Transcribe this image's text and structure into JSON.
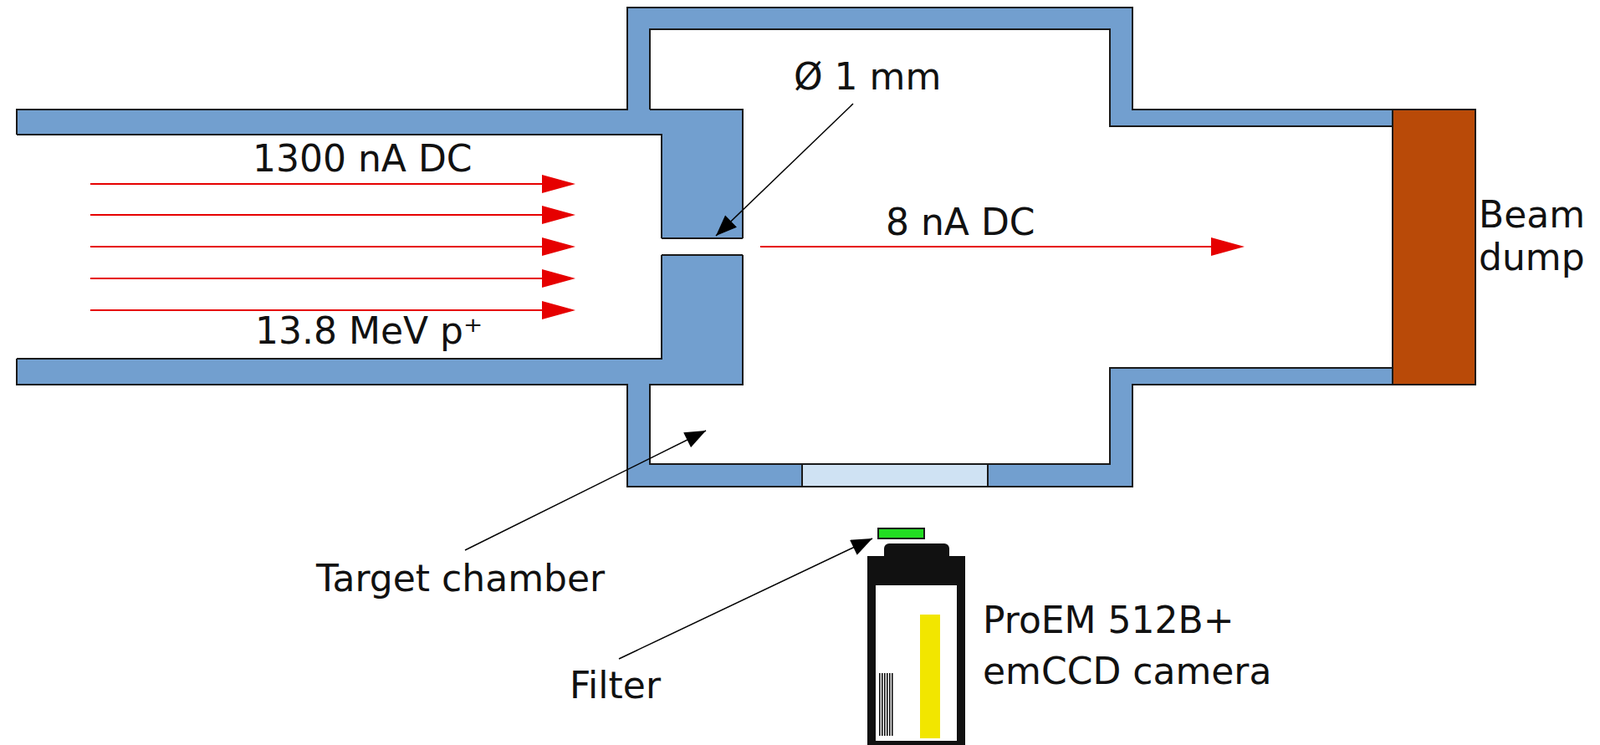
{
  "diagram": {
    "labels": [
      "Ø 1 mm",
      "1300 nA DC",
      "8 nA DC",
      "Beam dump",
      "13.8 MeV p⁺",
      "Target chamber",
      "ProEM 512B+ emCCD camera",
      "Filter"
    ]
  }
}
